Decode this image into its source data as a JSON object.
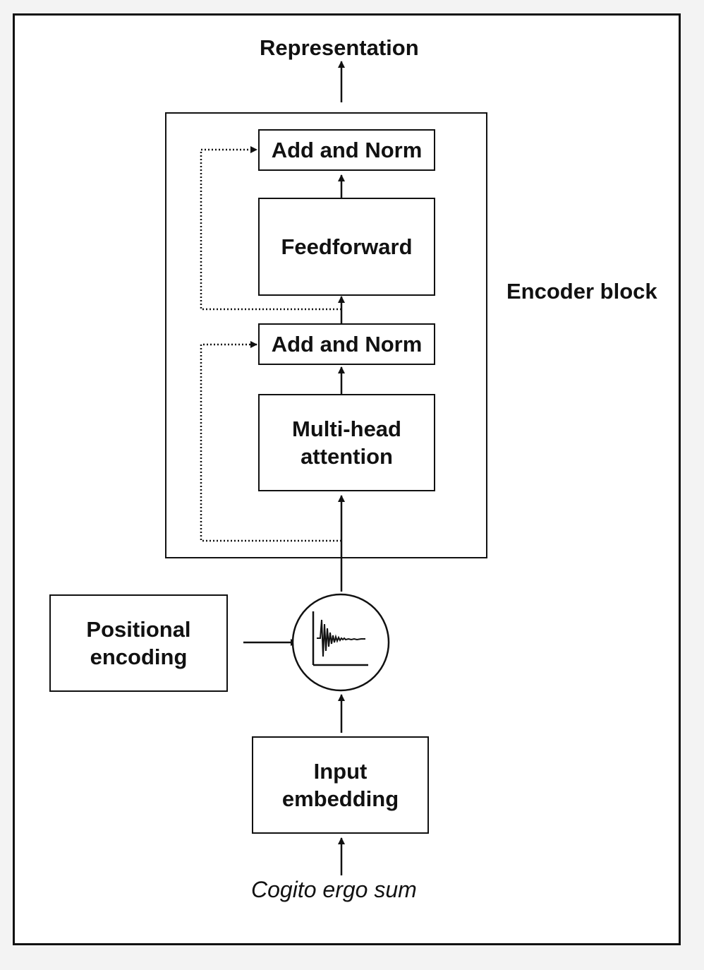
{
  "diagram": {
    "output_label": "Representation",
    "encoder_block_label": "Encoder block",
    "add_norm_top": "Add and Norm",
    "feedforward": "Feedforward",
    "add_norm_bottom": "Add and Norm",
    "multihead_line1": "Multi-head",
    "multihead_line2": "attention",
    "positional_line1": "Positional",
    "positional_line2": "encoding",
    "input_line1": "Input",
    "input_line2": "embedding",
    "input_text": "Cogito ergo sum"
  },
  "icons": {
    "sum_node": "positional-signal-plot-icon"
  }
}
